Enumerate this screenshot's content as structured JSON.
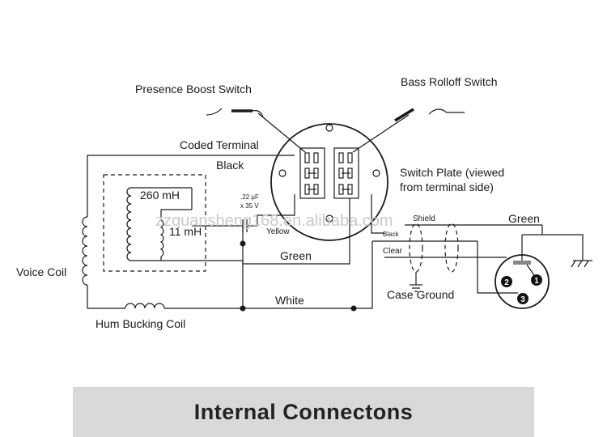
{
  "diagram": {
    "labels": {
      "presence_boost_switch": "Presence Boost Switch",
      "bass_rolloff_switch": "Bass Rolloff Switch",
      "coded_terminal": "Coded Terminal",
      "black_top": "Black",
      "switch_plate_line1": "Switch Plate (viewed",
      "switch_plate_line2": "from terminal side)",
      "coil_260mh": "260 mH",
      "coil_11mh": "11 mH",
      "cap_value": ".22 µF",
      "cap_voltage": "x 35 V",
      "yellow": "Yellow",
      "green_mid": "Green",
      "white": "White",
      "voice_coil": "Voice Coil",
      "hum_bucking_coil": "Hum Bucking Coil",
      "shield": "Shield",
      "black_cable": "Black",
      "clear": "Clear",
      "case_ground": "Case Ground",
      "green_right": "Green",
      "pin1": "1",
      "pin2": "2",
      "pin3": "3"
    },
    "watermark": "zzquansheng168.en.alibaba.com",
    "caption": "Internal Connectons"
  }
}
